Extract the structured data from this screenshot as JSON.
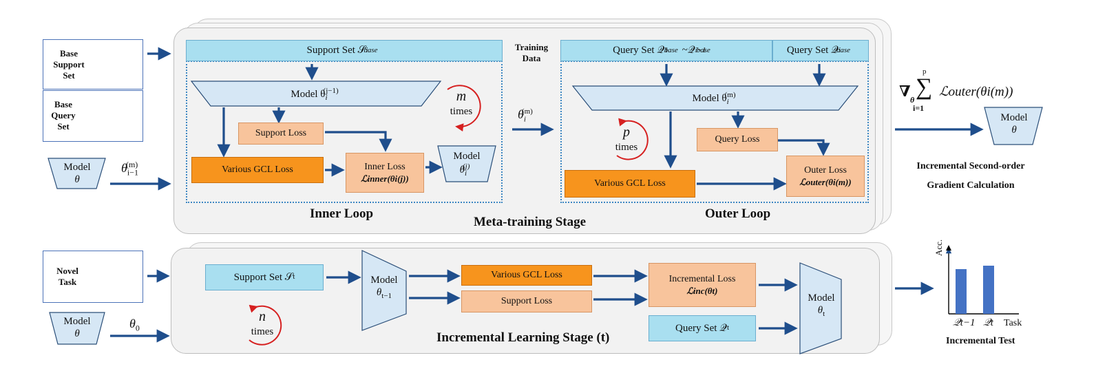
{
  "inputs": {
    "base_support_set": "Base Support Set",
    "base_query_set": "Base Query Set",
    "novel_task": "Novel Task",
    "model_label": "Model",
    "model_symbol": "θ",
    "theta_prev": "θ",
    "theta_prev_sub": "i−1",
    "theta_prev_sup": "(m)",
    "theta_zero": "θ",
    "theta_zero_sub": "0"
  },
  "meta": {
    "stage_label": "Meta-training Stage",
    "training_data": "Training Data",
    "transfer_theta": "θ",
    "transfer_theta_sub": "i",
    "transfer_theta_sup": "(m)"
  },
  "inner": {
    "title": "Inner Loop",
    "support_set": "Support Set 𝒮",
    "support_set_sub": "i",
    "support_set_sup": "base",
    "model": "Model θ",
    "model_sub": "i",
    "model_sup": "(j−1)",
    "support_loss": "Support Loss",
    "gcl_loss": "Various GCL Loss",
    "inner_loss": "Inner Loss",
    "inner_loss_formula": "ℒinner(θi(j))",
    "repeat_symbol": "m",
    "repeat_label": "times",
    "out_model": "Model",
    "out_model_theta": "θ",
    "out_model_sub": "i",
    "out_model_sup": "(j)"
  },
  "outer": {
    "title": "Outer Loop",
    "query_set_range": "Query Set 𝒬",
    "query_set_range_sub": "1",
    "query_set_range_sup": "base",
    "query_set_range_tilde": "~𝒬",
    "query_set_range_sub2": "i−1",
    "query_set_range_sup2": "base",
    "query_set": "Query Set 𝒬",
    "query_set_sub": "i",
    "query_set_sup": "base",
    "model": "Model θ",
    "model_sub": "i",
    "model_sup": "(m)",
    "query_loss": "Query Loss",
    "gcl_loss": "Various GCL Loss",
    "outer_loss": "Outer Loss",
    "outer_loss_formula": "ℒouter(θi(m))",
    "repeat_symbol": "p",
    "repeat_label": "times"
  },
  "gradient": {
    "nabla": "∇",
    "nabla_sub": "θ",
    "sum_upper": "p",
    "sum_lower": "i=1",
    "expression": "ℒouter(θi(m))",
    "model_label": "Model",
    "model_symbol": "θ",
    "caption_line1": "Incremental Second-order",
    "caption_line2": "Gradient Calculation"
  },
  "incremental": {
    "stage_label": "Incremental Learning Stage (t)",
    "support_set": "Support Set 𝒮",
    "support_set_sub": "t",
    "model_label": "Model",
    "model_theta": "θ",
    "model_sub": "t−1",
    "gcl_loss": "Various GCL Loss",
    "support_loss": "Support Loss",
    "inc_loss": "Incremental Loss",
    "inc_loss_formula": "ℒinc(θt)",
    "query_set": "Query Set 𝒬",
    "query_set_sub": "t",
    "out_model_label": "Model",
    "out_model_theta": "θ",
    "out_model_sub": "t",
    "repeat_symbol": "n",
    "repeat_label": "times"
  },
  "test": {
    "y_axis": "Acc.",
    "x_axis": "Task",
    "bar_labels": [
      "𝒬t−1",
      "𝒬t"
    ],
    "caption": "Incremental Test"
  },
  "colors": {
    "arrow": "#1f4e8c",
    "light_blue": "#a9dff0",
    "orange": "#f7941d",
    "peach": "#f8c49c",
    "model_fill": "#d6e7f5",
    "loop_red": "#d62020",
    "bar": "#4472c4"
  }
}
